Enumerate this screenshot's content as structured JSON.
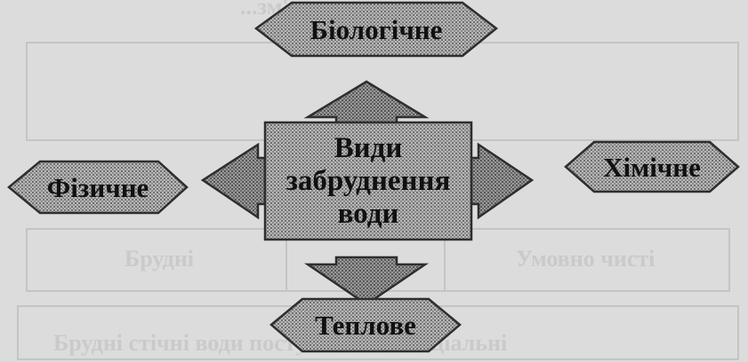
{
  "diagram": {
    "center": {
      "lines": [
        "Види",
        "забруднення",
        "води"
      ]
    },
    "types": {
      "top": "Біологічне",
      "left": "Фізичне",
      "right": "Хімічне",
      "bottom": "Теплове"
    }
  },
  "background_text": {
    "top_line": "...зм'якшення води...",
    "middle_left": "Брудні",
    "middle_right": "Умовно чисті",
    "bottom_line": "Брудні стічні води поступають в спеціальні"
  }
}
